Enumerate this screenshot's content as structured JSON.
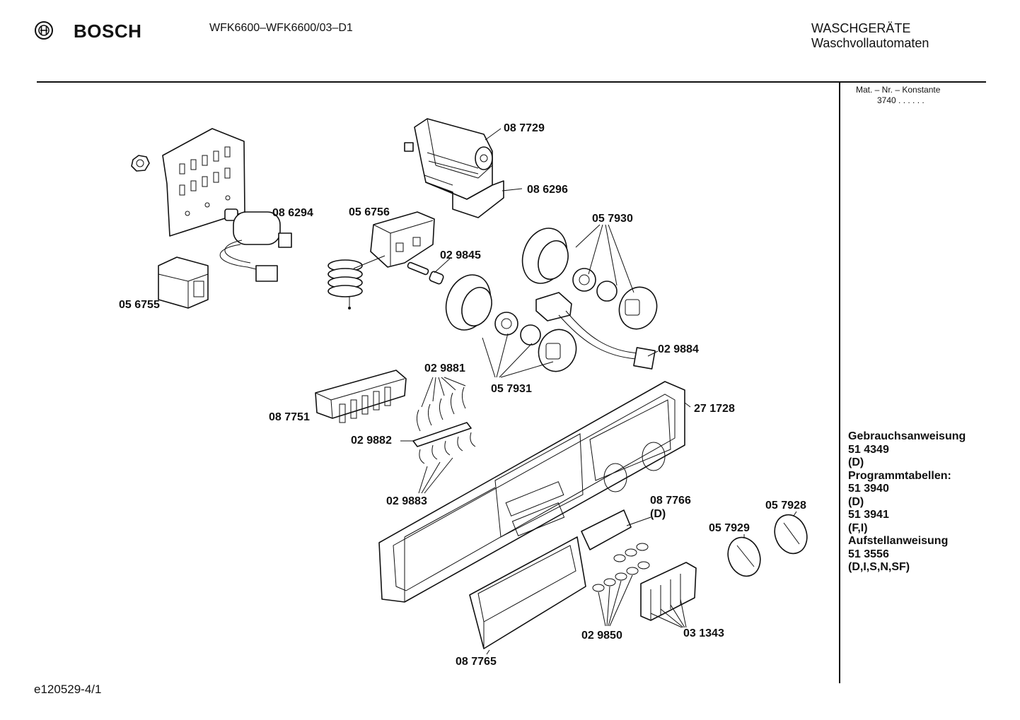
{
  "header": {
    "brand": "BOSCH",
    "model": "WFK6600–WFK6600/03–D1",
    "category_line1": "WASCHGERÄTE",
    "category_line2": "Waschvollautomaten"
  },
  "side_panel": {
    "mat_label": "Mat. – Nr. – Konstante",
    "mat_value": "3740  .  .   .  .  .  .",
    "docs": [
      "Gebrauchsanweisung",
      "51 4349",
      "(D)",
      "Programmtabellen:",
      "51 3940",
      "(D)",
      "51 3941",
      "(F,I)",
      "Aufstellanweisung",
      "51 3556",
      "(D,I,S,N,SF)"
    ]
  },
  "parts": {
    "p087729": "08 7729",
    "p086296": "08 6296",
    "p086294": "08 6294",
    "p056756": "05 6756",
    "p029845": "02 9845",
    "p057930": "05 7930",
    "p056755": "05 6755",
    "p029884": "02 9884",
    "p029881": "02 9881",
    "p057931": "05 7931",
    "p087751": "08 7751",
    "p271728": "27 1728",
    "p029882": "02 9882",
    "p029883": "02 9883",
    "p087766": "08 7766",
    "p087766_sub": "(D)",
    "p057928": "05 7928",
    "p057929": "05 7929",
    "p029850": "02 9850",
    "p031343": "03 1343",
    "p087765": "08 7765"
  },
  "footer": {
    "code": "e120529-4/1"
  }
}
